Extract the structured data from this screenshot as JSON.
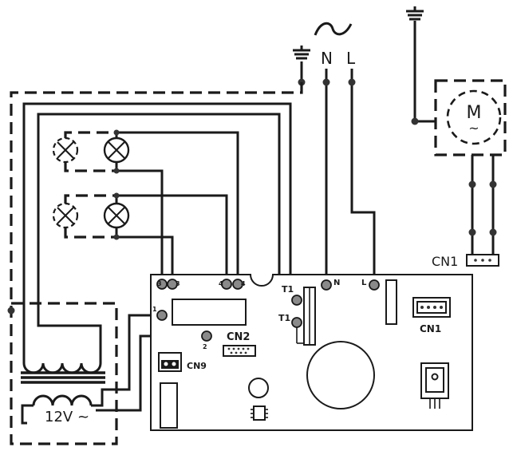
{
  "supply": {
    "ac_symbol": "~",
    "neutral": "N",
    "live": "L"
  },
  "motor": {
    "letter": "M",
    "symbol": "~"
  },
  "connectors": {
    "cn1_outer": "CN1",
    "cn1_board": "CN1",
    "cn2": "CN2",
    "cn9": "CN9"
  },
  "terminals": {
    "t3a": "3",
    "t3b": "3",
    "t4a": "4",
    "t4b": "4",
    "t1_top": "T1",
    "t1_bottom": "T1",
    "n": "N",
    "l": "L",
    "t_1": "1",
    "t_2": "2"
  },
  "transformer": {
    "secondary_label": "12V ~"
  }
}
